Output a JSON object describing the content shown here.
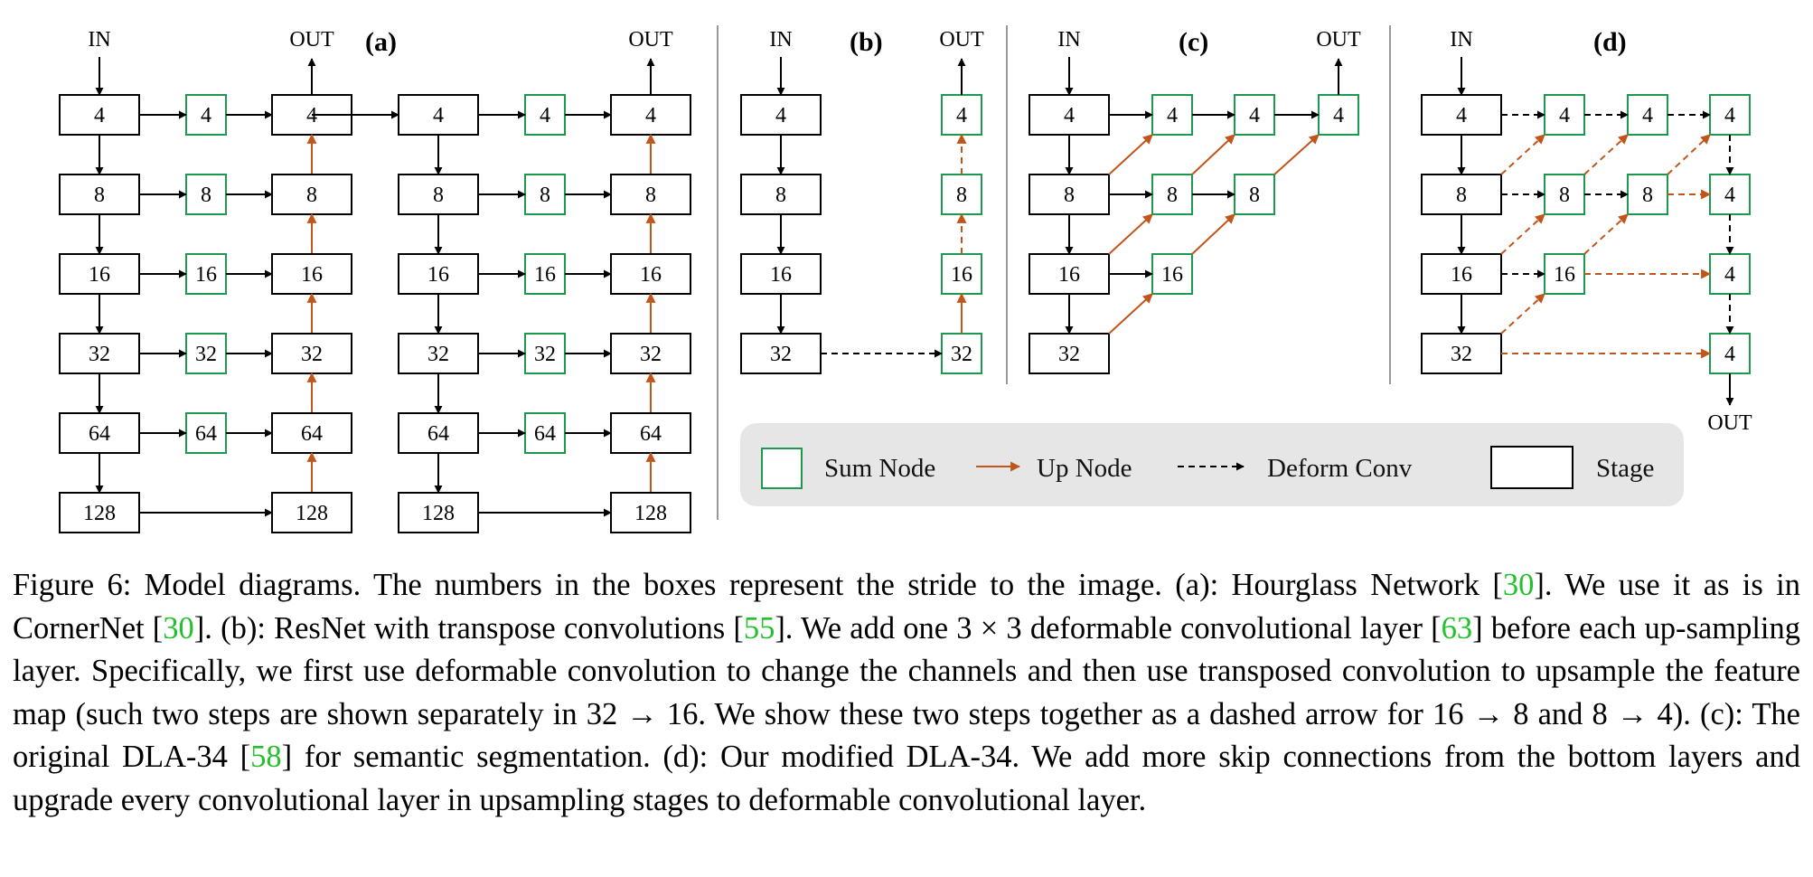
{
  "labels": {
    "in": "IN",
    "out": "OUT"
  },
  "panels": {
    "a": {
      "tag": "(a)",
      "stages": [
        "4",
        "8",
        "16",
        "32",
        "64",
        "128"
      ],
      "sum_nodes": [
        "4",
        "8",
        "16",
        "32",
        "64"
      ],
      "up_stages": [
        "4",
        "8",
        "16",
        "32",
        "64",
        "128"
      ]
    },
    "b": {
      "tag": "(b)",
      "stages": [
        "4",
        "8",
        "16",
        "32"
      ],
      "sum_nodes": [
        "4",
        "8",
        "16",
        "32"
      ]
    },
    "c": {
      "tag": "(c)",
      "stages": [
        "4",
        "8",
        "16",
        "32"
      ],
      "sum_nodes": [
        "4",
        "4",
        "4",
        "8",
        "8",
        "16"
      ]
    },
    "d": {
      "tag": "(d)",
      "stages": [
        "4",
        "8",
        "16",
        "32"
      ],
      "sum_nodes": [
        "4",
        "4",
        "8",
        "8",
        "16",
        "4",
        "4",
        "4",
        "4"
      ]
    }
  },
  "legend": {
    "sum_node": "Sum Node",
    "up_node": "Up Node",
    "deform_conv": "Deform Conv",
    "stage": "Stage"
  },
  "colors": {
    "sum_node_border": "#1e9a50",
    "up_arrow": "#c0561b",
    "stage_border": "#000000",
    "legend_bg": "#e6e6e6",
    "citation": "#22c02a"
  },
  "caption": {
    "parts": [
      "Figure 6: Model diagrams. The numbers in the boxes represent the stride to the image. (a): Hourglass Network [",
      "30",
      "]. We use it as is in CornerNet [",
      "30",
      "]. (b): ResNet with transpose convolutions [",
      "55",
      "]. We add one 3 × 3 deformable convolutional layer [",
      "63",
      "] before each up-sampling layer. Specifically, we first use deformable convolution to change the channels and then use transposed convolution to upsample the feature map (such two steps are shown separately in 32 → 16. We show these two steps together as a dashed arrow for 16 → 8 and 8 → 4). (c): The original DLA-34 [",
      "58",
      "] for semantic segmentation. (d): Our modified DLA-34. We add more skip connections from the bottom layers and upgrade every convolutional layer in upsampling stages to deformable convolutional layer."
    ]
  }
}
